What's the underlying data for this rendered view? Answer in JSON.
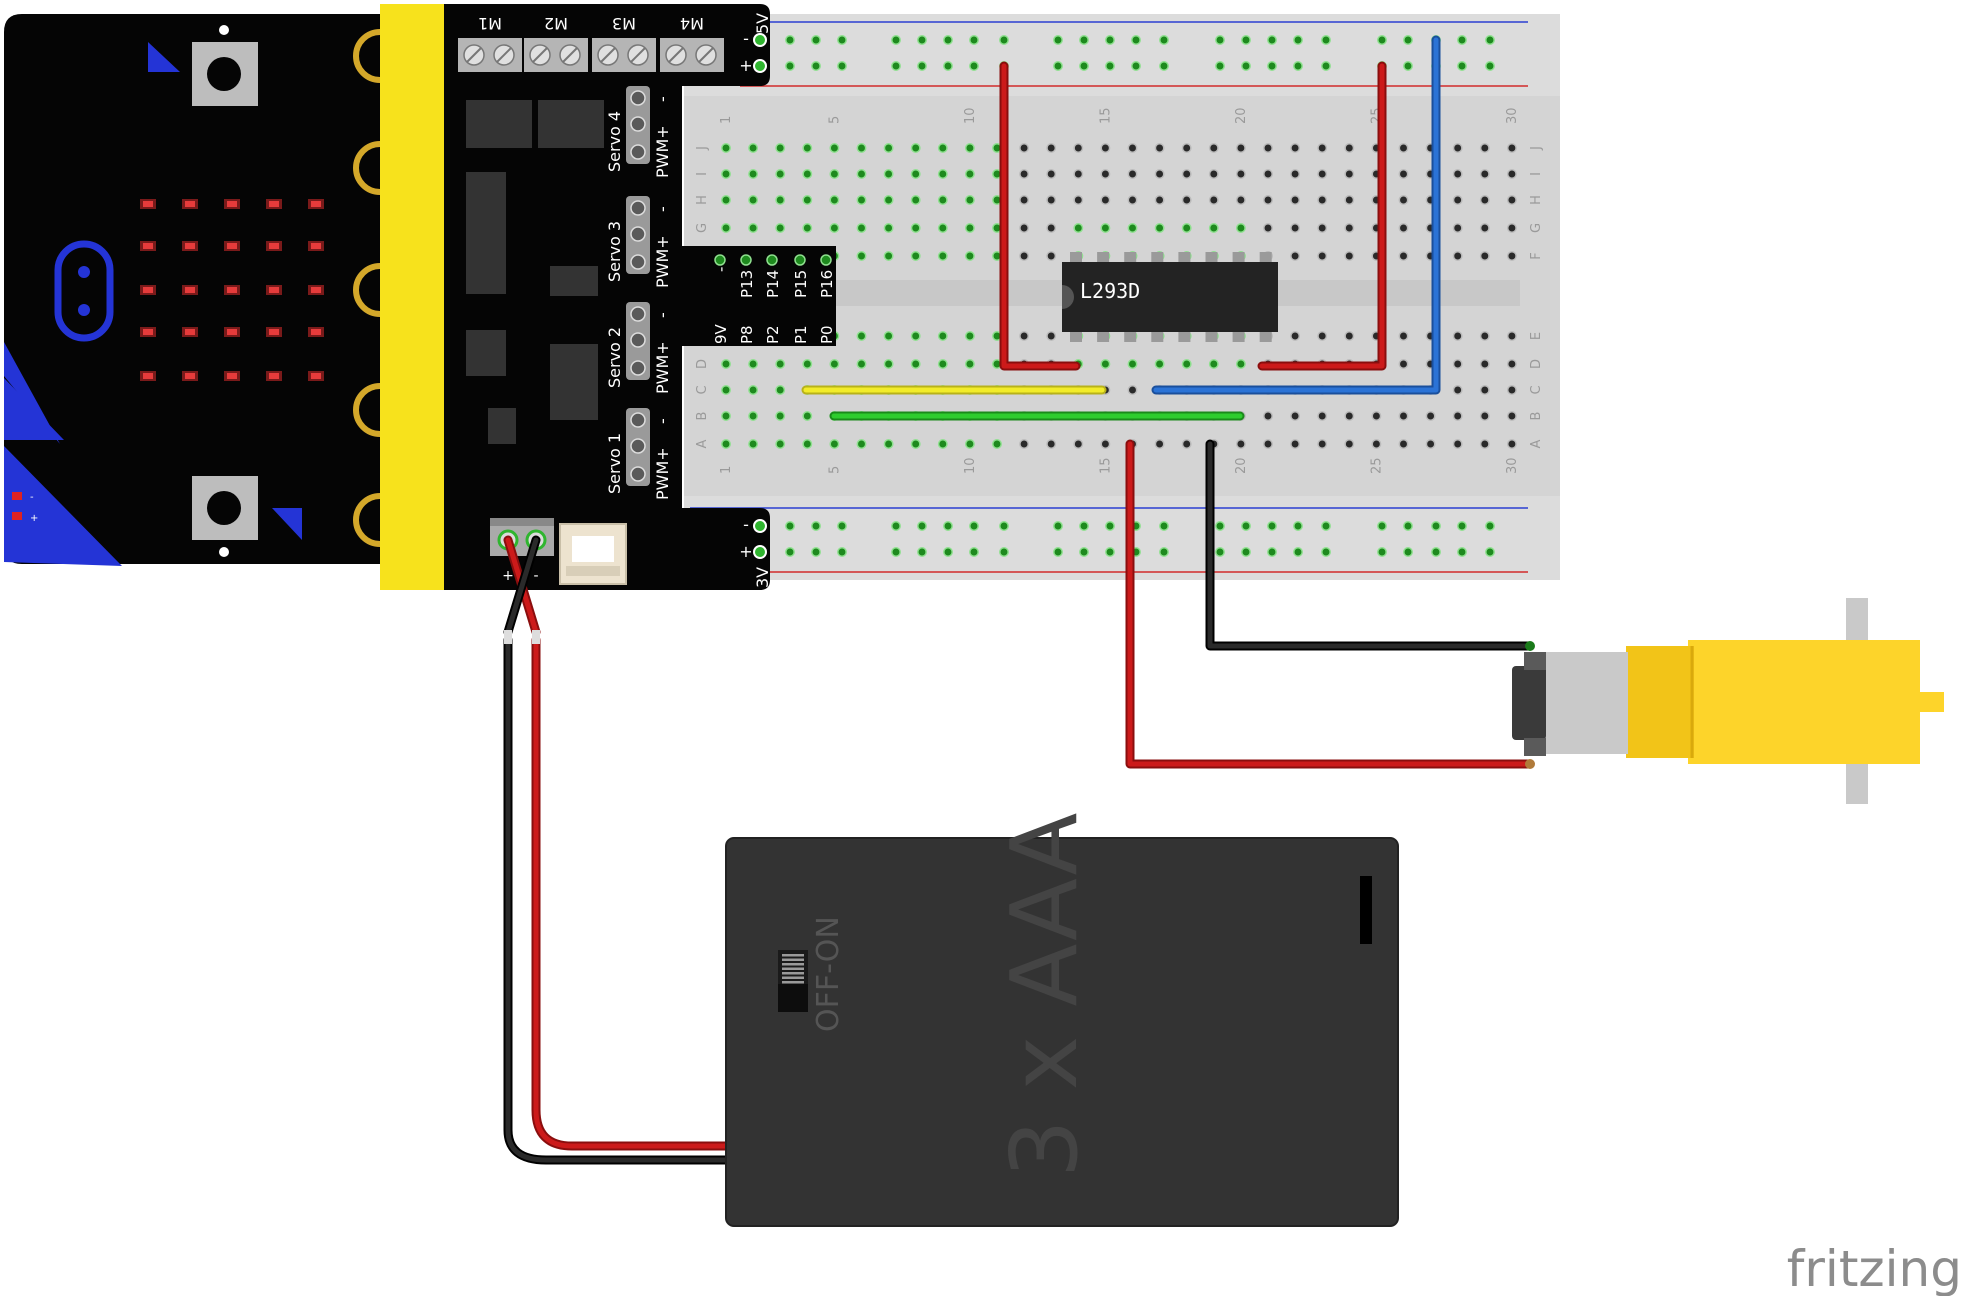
{
  "board": {
    "motor_labels": [
      "M1",
      "M2",
      "M3",
      "M4"
    ],
    "servo_labels": [
      "Servo 4",
      "Servo 3",
      "Servo 2",
      "Servo 1"
    ],
    "servo_pin_label": "PWM+",
    "servo_minus": "-",
    "power_top_label": "5V",
    "power_bottom_label": "3V",
    "rail_minus": "-",
    "rail_plus": "+",
    "header_top": [
      "-",
      "P13",
      "P14",
      "P15",
      "P16"
    ],
    "header_bottom": [
      "9V",
      "P8",
      "P2",
      "P1",
      "P0"
    ],
    "battery_terminal_plus": "+",
    "battery_terminal_minus": "-"
  },
  "breadboard": {
    "column_numbers": [
      "1",
      "5",
      "10",
      "15",
      "20",
      "25",
      "30"
    ],
    "row_letters_top": [
      "J",
      "I",
      "H",
      "G",
      "F"
    ],
    "row_letters_bottom": [
      "E",
      "D",
      "C",
      "B",
      "A"
    ]
  },
  "chip": {
    "label": "L293D"
  },
  "battery": {
    "label": "3 x AAA",
    "switch_label": "OFF-ON"
  },
  "watermark": "fritzing",
  "colors": {
    "wire_red": "#cc1a1a",
    "wire_black": "#1a1a1a",
    "wire_blue": "#2b73d6",
    "wire_yellow": "#f2ec2a",
    "wire_green": "#2ecc2e",
    "board_yellow": "#f7e21c",
    "microbit_blue": "#2434d6",
    "motor_yellow": "#fdd42a"
  }
}
